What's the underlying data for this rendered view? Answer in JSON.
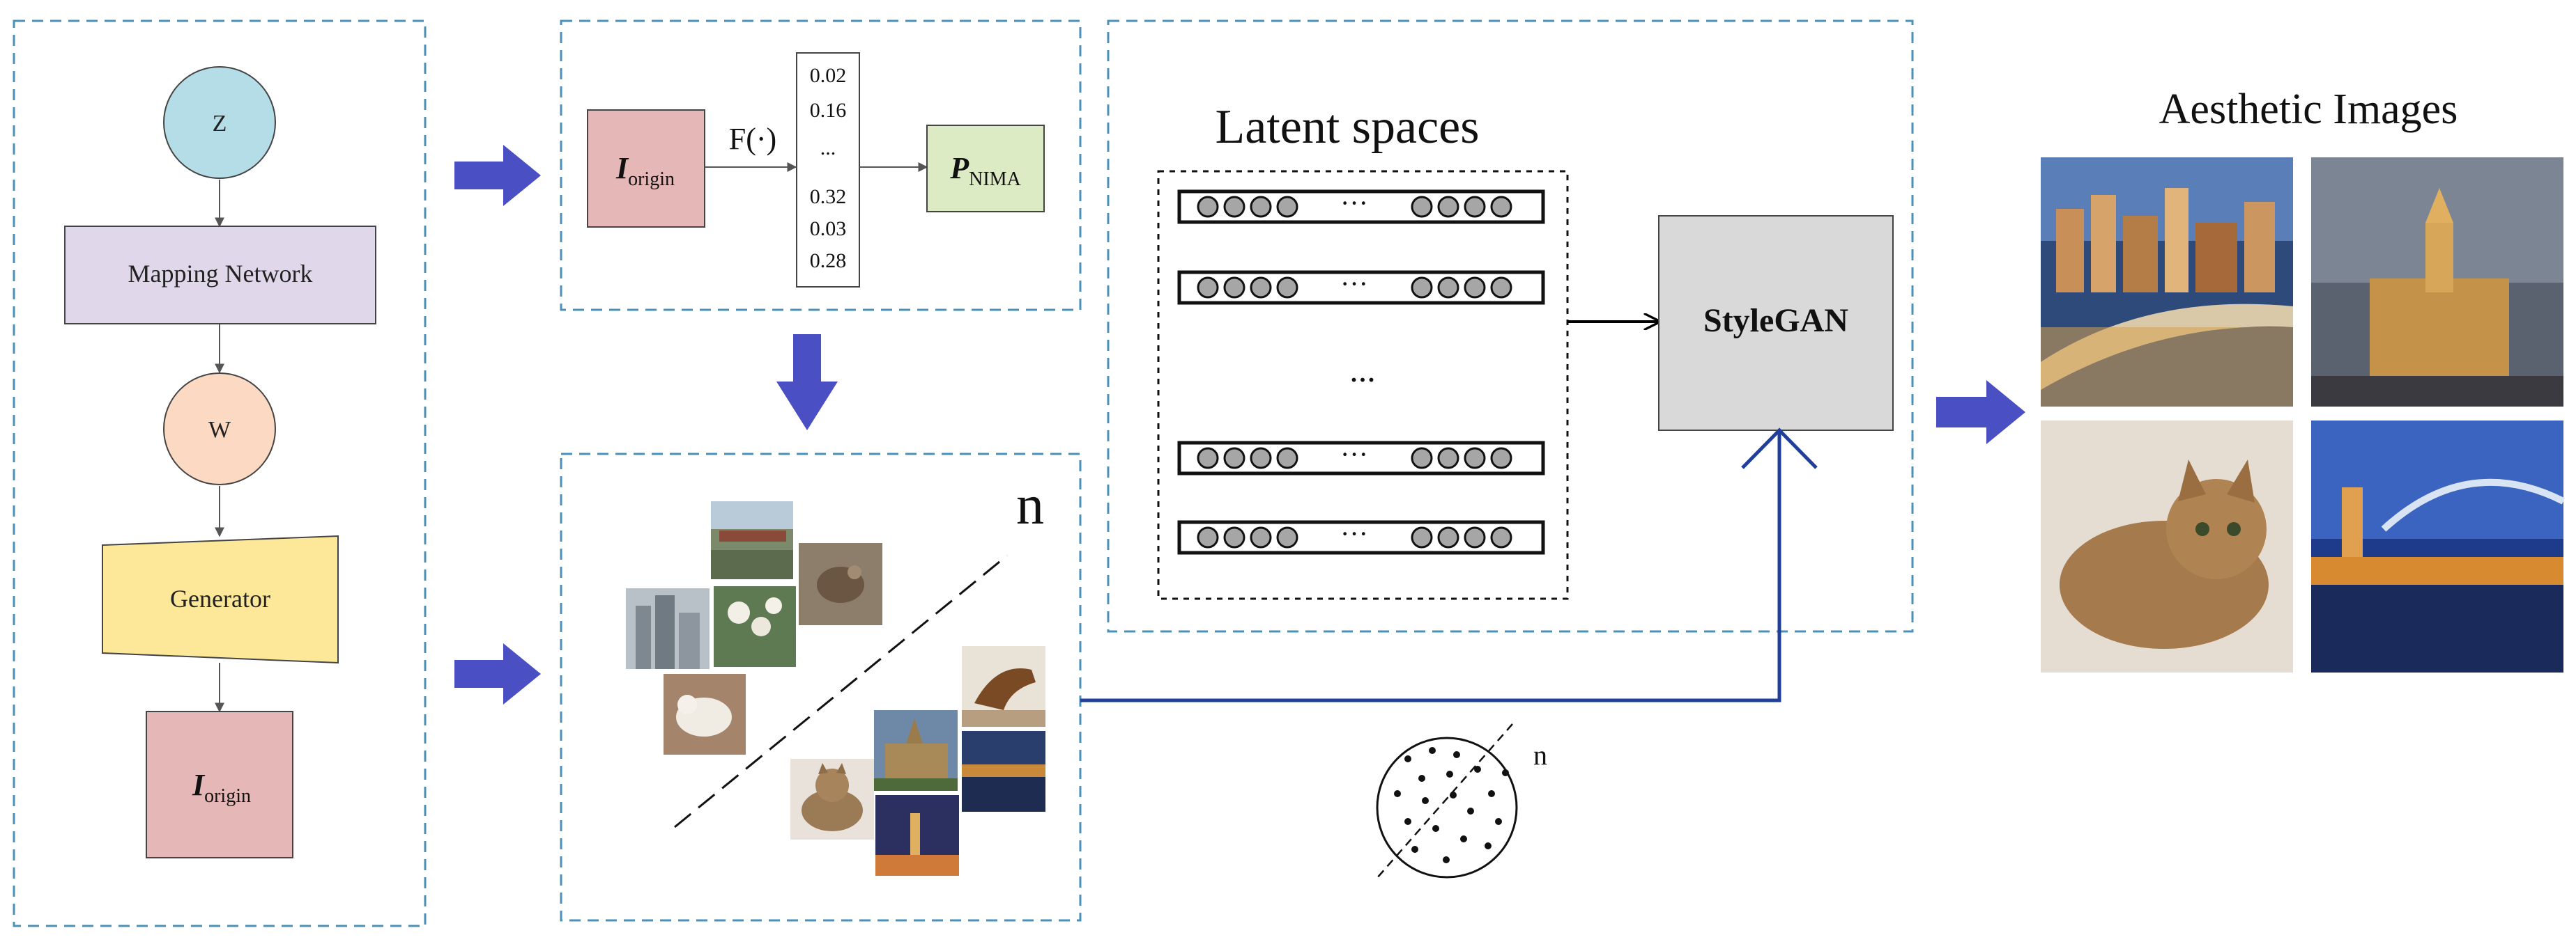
{
  "colors": {
    "panel_border": "#4a90b8",
    "arrow_blue": "#4a4fc4",
    "line_blue": "#1f3f9a",
    "z_node": "#b5dde8",
    "w_node": "#fcd9c2",
    "mapping": "#e0d8ea",
    "generator": "#fde89a",
    "i_origin": "#e6b7b7",
    "p_nima": "#dcebc4",
    "stylegan": "#d9d9d9",
    "latent_dot": "#a6a6a6"
  },
  "mapping_panel": {
    "z_label": "Z",
    "mapping_label": "Mapping Network",
    "w_label": "W",
    "generator_label": "Generator",
    "i_main": "I",
    "i_sub": "origin"
  },
  "nima_panel": {
    "i_main": "I",
    "i_sub": "origin",
    "f_label": "F(·)",
    "scores_top": [
      "0.02",
      "0.16"
    ],
    "scores_ellipsis": "...",
    "scores_bottom": [
      "0.32",
      "0.03",
      "0.28"
    ],
    "p_main": "P",
    "p_sub": "NIMA"
  },
  "boundary_panel": {
    "n_label": "n"
  },
  "latent_panel": {
    "title": "Latent spaces",
    "row_ellipsis": "···",
    "rows_ellipsis": "...",
    "stylegan_label": "StyleGAN"
  },
  "scatter": {
    "n_label": "n"
  },
  "output": {
    "title": "Aesthetic Images"
  }
}
